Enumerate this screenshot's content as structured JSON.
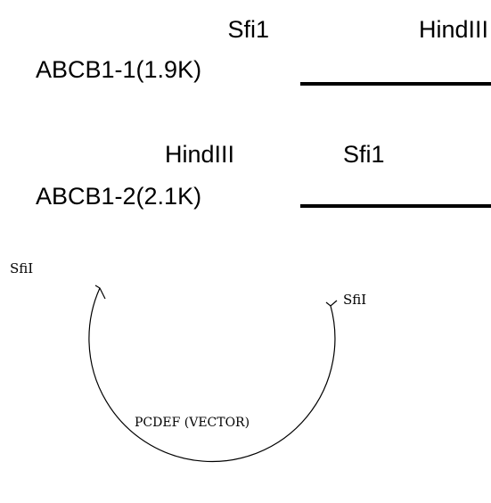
{
  "fragment1": {
    "name": "ABCB1-1(1.9K)",
    "left_site": "Sfi1",
    "right_site": "HindIII"
  },
  "fragment2": {
    "name": "ABCB1-2(2.1K)",
    "left_site": "HindIII",
    "right_site": "Sfi1"
  },
  "vector": {
    "name": "PCDEF (VECTOR)",
    "left_site": "SfiI",
    "right_site": "SfiI"
  }
}
